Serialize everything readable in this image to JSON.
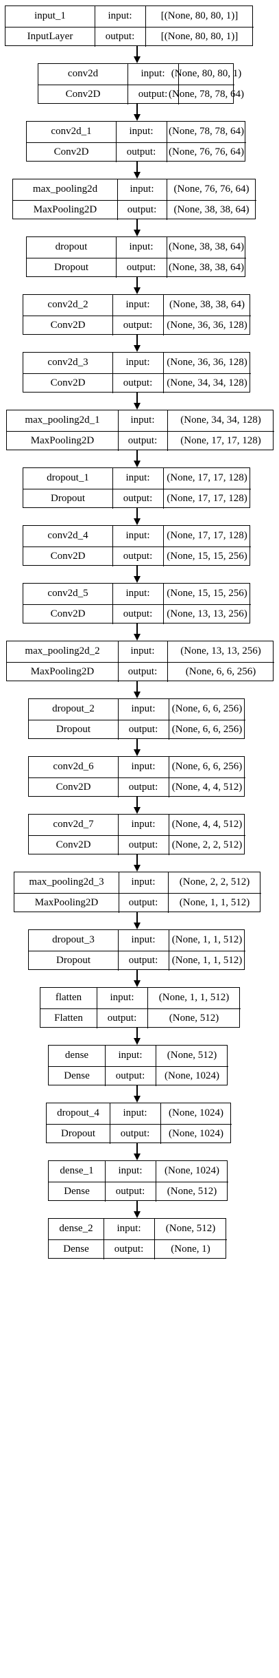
{
  "layers": [
    {
      "name": "input_1",
      "type": "InputLayer",
      "input_label": "input:",
      "output_label": "output:",
      "input_shape": "[(None, 80, 80, 1)]",
      "output_shape": "[(None, 80, 80, 1)]"
    },
    {
      "name": "conv2d",
      "type": "Conv2D",
      "input_label": "input:",
      "output_label": "output:",
      "input_shape": "(None, 80, 80, 1)",
      "output_shape": "(None, 78, 78, 64)"
    },
    {
      "name": "conv2d_1",
      "type": "Conv2D",
      "input_label": "input:",
      "output_label": "output:",
      "input_shape": "(None, 78, 78, 64)",
      "output_shape": "(None, 76, 76, 64)"
    },
    {
      "name": "max_pooling2d",
      "type": "MaxPooling2D",
      "input_label": "input:",
      "output_label": "output:",
      "input_shape": "(None, 76, 76, 64)",
      "output_shape": "(None, 38, 38, 64)"
    },
    {
      "name": "dropout",
      "type": "Dropout",
      "input_label": "input:",
      "output_label": "output:",
      "input_shape": "(None, 38, 38, 64)",
      "output_shape": "(None, 38, 38, 64)"
    },
    {
      "name": "conv2d_2",
      "type": "Conv2D",
      "input_label": "input:",
      "output_label": "output:",
      "input_shape": "(None, 38, 38, 64)",
      "output_shape": "(None, 36, 36, 128)"
    },
    {
      "name": "conv2d_3",
      "type": "Conv2D",
      "input_label": "input:",
      "output_label": "output:",
      "input_shape": "(None, 36, 36, 128)",
      "output_shape": "(None, 34, 34, 128)"
    },
    {
      "name": "max_pooling2d_1",
      "type": "MaxPooling2D",
      "input_label": "input:",
      "output_label": "output:",
      "input_shape": "(None, 34, 34, 128)",
      "output_shape": "(None, 17, 17, 128)"
    },
    {
      "name": "dropout_1",
      "type": "Dropout",
      "input_label": "input:",
      "output_label": "output:",
      "input_shape": "(None, 17, 17, 128)",
      "output_shape": "(None, 17, 17, 128)"
    },
    {
      "name": "conv2d_4",
      "type": "Conv2D",
      "input_label": "input:",
      "output_label": "output:",
      "input_shape": "(None, 17, 17, 128)",
      "output_shape": "(None, 15, 15, 256)"
    },
    {
      "name": "conv2d_5",
      "type": "Conv2D",
      "input_label": "input:",
      "output_label": "output:",
      "input_shape": "(None, 15, 15, 256)",
      "output_shape": "(None, 13, 13, 256)"
    },
    {
      "name": "max_pooling2d_2",
      "type": "MaxPooling2D",
      "input_label": "input:",
      "output_label": "output:",
      "input_shape": "(None, 13, 13, 256)",
      "output_shape": "(None, 6, 6, 256)"
    },
    {
      "name": "dropout_2",
      "type": "Dropout",
      "input_label": "input:",
      "output_label": "output:",
      "input_shape": "(None, 6, 6, 256)",
      "output_shape": "(None, 6, 6, 256)"
    },
    {
      "name": "conv2d_6",
      "type": "Conv2D",
      "input_label": "input:",
      "output_label": "output:",
      "input_shape": "(None, 6, 6, 256)",
      "output_shape": "(None, 4, 4, 512)"
    },
    {
      "name": "conv2d_7",
      "type": "Conv2D",
      "input_label": "input:",
      "output_label": "output:",
      "input_shape": "(None, 4, 4, 512)",
      "output_shape": "(None, 2, 2, 512)"
    },
    {
      "name": "max_pooling2d_3",
      "type": "MaxPooling2D",
      "input_label": "input:",
      "output_label": "output:",
      "input_shape": "(None, 2, 2, 512)",
      "output_shape": "(None, 1, 1, 512)"
    },
    {
      "name": "dropout_3",
      "type": "Dropout",
      "input_label": "input:",
      "output_label": "output:",
      "input_shape": "(None, 1, 1, 512)",
      "output_shape": "(None, 1, 1, 512)"
    },
    {
      "name": "flatten",
      "type": "Flatten",
      "input_label": "input:",
      "output_label": "output:",
      "input_shape": "(None, 1, 1, 512)",
      "output_shape": "(None, 512)"
    },
    {
      "name": "dense",
      "type": "Dense",
      "input_label": "input:",
      "output_label": "output:",
      "input_shape": "(None, 512)",
      "output_shape": "(None, 1024)"
    },
    {
      "name": "dropout_4",
      "type": "Dropout",
      "input_label": "input:",
      "output_label": "output:",
      "input_shape": "(None, 1024)",
      "output_shape": "(None, 1024)"
    },
    {
      "name": "dense_1",
      "type": "Dense",
      "input_label": "input:",
      "output_label": "output:",
      "input_shape": "(None, 1024)",
      "output_shape": "(None, 512)"
    },
    {
      "name": "dense_2",
      "type": "Dense",
      "input_label": "input:",
      "output_label": "output:",
      "input_shape": "(None, 512)",
      "output_shape": "(None, 1)"
    }
  ]
}
